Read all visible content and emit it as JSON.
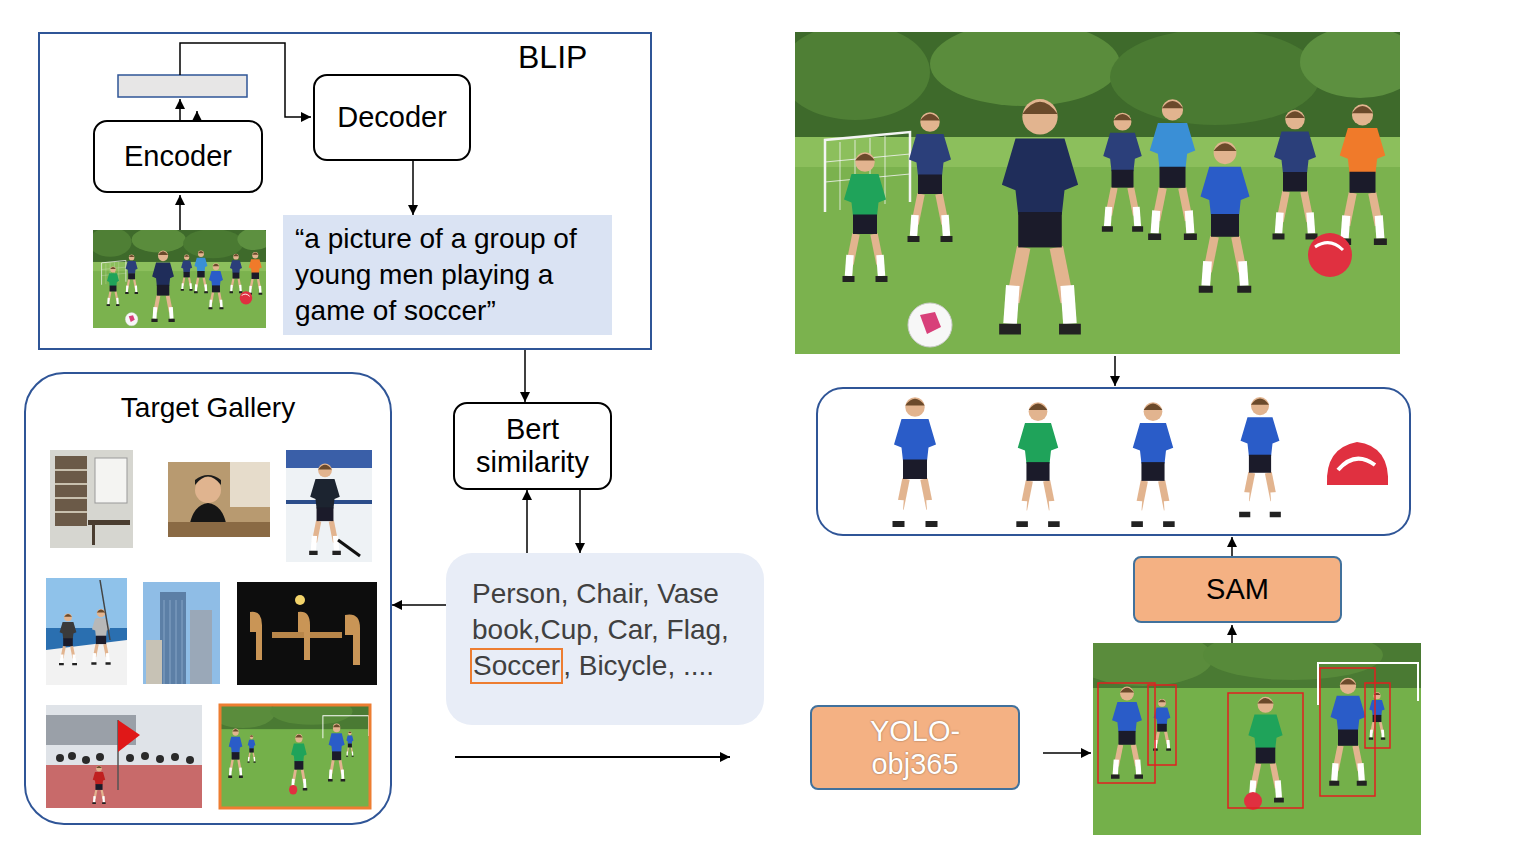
{
  "diagram": {
    "nodes": [
      {
        "text": [
          "BLIP"
        ]
      },
      {
        "text": [
          "Decoder"
        ],
        "in": 0
      },
      {
        "text": [
          "Encoder"
        ],
        "in": 0
      },
      {
        "text": [
          "“a picture of a group of young men playing a game of soccer”"
        ],
        "in": 0
      },
      {
        "text": [
          "Target Gallery"
        ]
      },
      {
        "text": [
          "Bert similarity"
        ]
      },
      {
        "text": [
          "Person, Chair, Vase book,Cup, Car, Flag,",
          ", Bicycle, ...."
        ]
      },
      {
        "text": [
          "Soccer"
        ],
        "in": 6
      },
      {
        "text": [
          "SAM"
        ]
      },
      {
        "text": [
          "YOLO-obj365"
        ]
      }
    ],
    "edges": [
      {
        "from": 1,
        "to": 3,
        "arrow": "to"
      },
      {
        "from": 0,
        "to": 5,
        "arrow": "to"
      },
      {
        "from": 6,
        "to": 5,
        "arrow": "to"
      },
      {
        "from": 5,
        "to": 6,
        "arrow": "to"
      },
      {
        "from": 6,
        "to": 4,
        "arrow": "to"
      }
    ]
  }
}
